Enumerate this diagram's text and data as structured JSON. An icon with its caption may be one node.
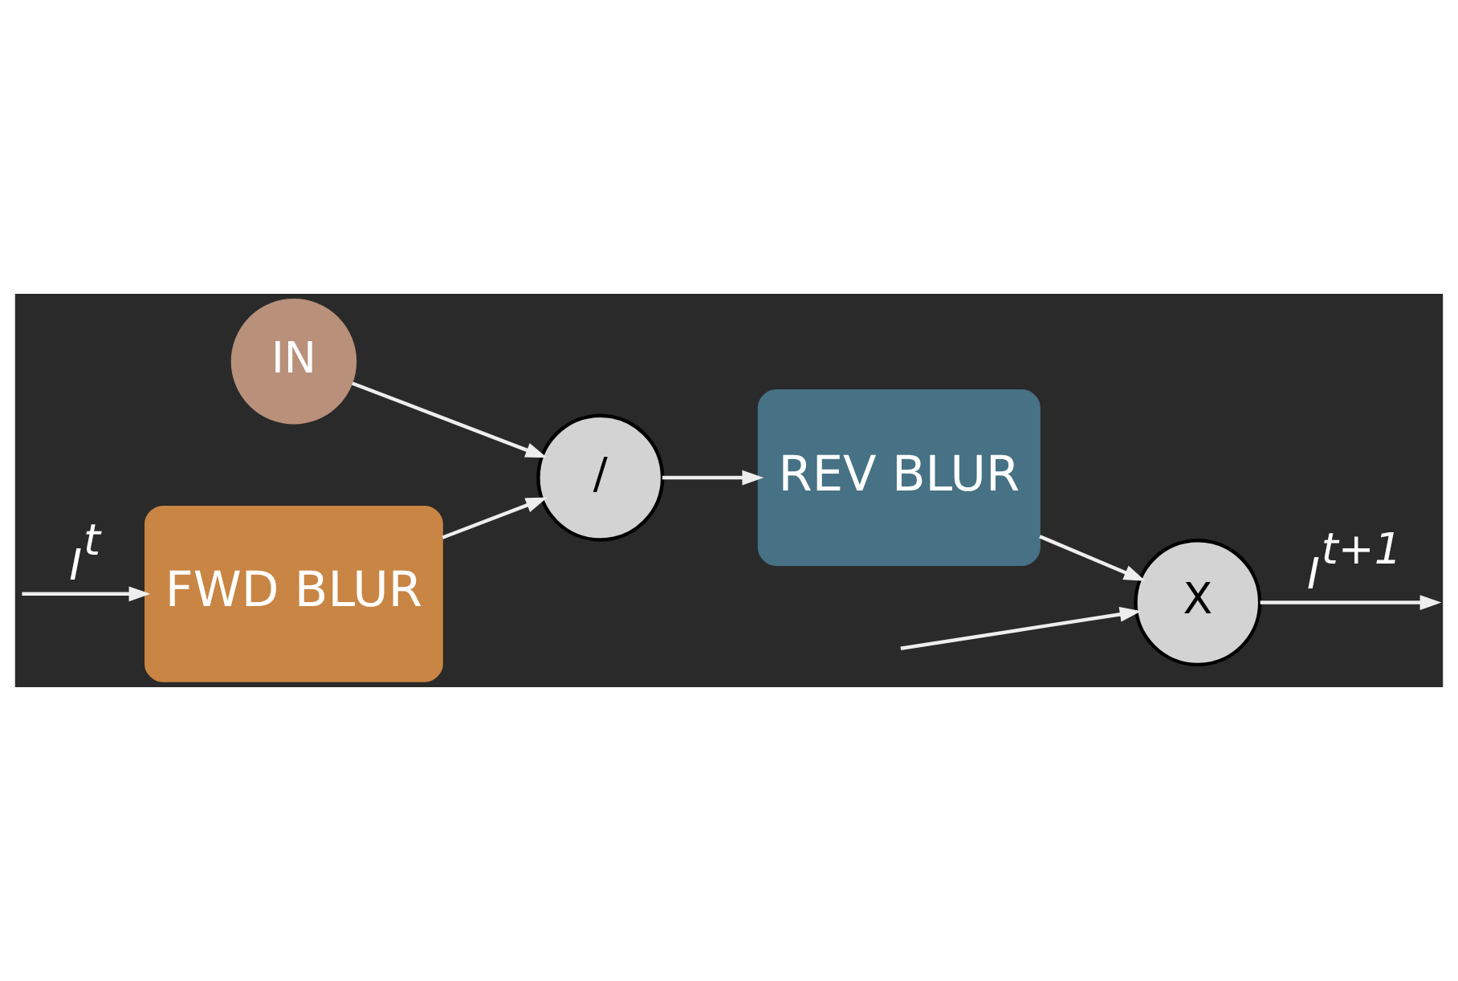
{
  "diagram": {
    "nodes": [
      {
        "text": [
          "IN"
        ]
      },
      {
        "text": [
          "FWD BLUR"
        ]
      },
      {
        "text": [
          "/"
        ]
      },
      {
        "text": [
          "REV BLUR"
        ]
      },
      {
        "text": [
          "X"
        ]
      }
    ],
    "edges": [
      {
        "from": null,
        "to": 1,
        "arrow": "to",
        "label": "I$^{t}$"
      },
      {
        "from": null,
        "to": 4,
        "arrow": "to"
      },
      {
        "from": 0,
        "to": 2,
        "arrow": "to"
      },
      {
        "from": 1,
        "to": 2,
        "arrow": "to"
      },
      {
        "from": 2,
        "to": 3,
        "arrow": "to"
      },
      {
        "from": 3,
        "to": 4,
        "arrow": "to"
      },
      {
        "from": 4,
        "to": null,
        "arrow": "to",
        "label": "I$^{t+1}$"
      }
    ]
  }
}
